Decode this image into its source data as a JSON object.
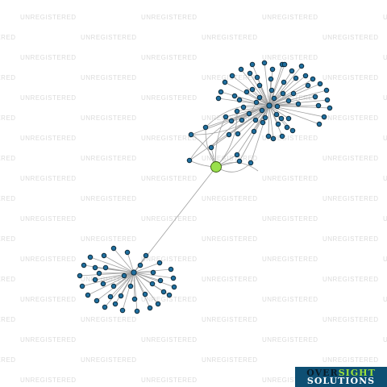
{
  "watermark": {
    "text": "UNREGISTERED"
  },
  "logo": {
    "word1a": "OVER",
    "word1b": "SIGHT",
    "word2": "SOLUTIONS"
  },
  "colors": {
    "background": "#ffffff",
    "edge": "#a0a0a0",
    "node_fill": "#1f6f9f",
    "node_stroke": "#0a2230",
    "focus_fill": "#99e04c",
    "focus_stroke": "#3a5a10",
    "logo_bg": "#0e4f73",
    "logo_green": "#9be03a"
  },
  "network": {
    "focus_node": "central-company",
    "clusters": [
      {
        "id": "upper-cluster",
        "satellite_count": 71
      },
      {
        "id": "lower-cluster",
        "satellite_count": 38
      }
    ]
  }
}
